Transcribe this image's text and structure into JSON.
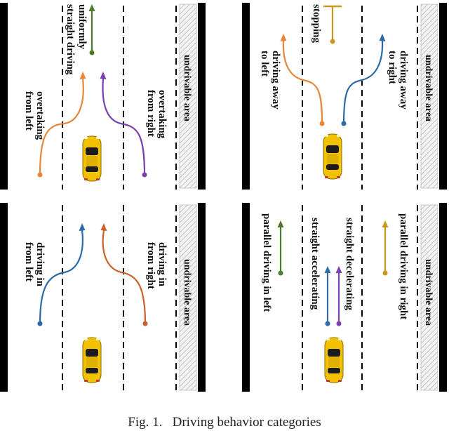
{
  "caption": "Fig. 1.   Driving behavior categories",
  "area_label": "undrivable area",
  "colors": {
    "orange": "#E8873A",
    "purple": "#7B3FB0",
    "green": "#4A7A2C",
    "blue": "#2E6AA8",
    "brown": "#C8622A",
    "gold": "#C8981E",
    "car_body": "#F2C200"
  },
  "panels": [
    {
      "id": "top-left",
      "labels": [
        {
          "key": "uniformly",
          "lines": [
            "uniformly",
            "straight driving"
          ]
        },
        {
          "key": "overtaking-left",
          "lines": [
            "overtaking",
            "from left"
          ]
        },
        {
          "key": "overtaking-right",
          "lines": [
            "overtaking",
            "from right"
          ]
        }
      ]
    },
    {
      "id": "top-right",
      "labels": [
        {
          "key": "stopping",
          "lines": [
            "stopping"
          ]
        },
        {
          "key": "away-left",
          "lines": [
            "driving away",
            "to left"
          ]
        },
        {
          "key": "away-right",
          "lines": [
            "driving away",
            "to right"
          ]
        }
      ]
    },
    {
      "id": "bottom-left",
      "labels": [
        {
          "key": "in-left",
          "lines": [
            "driving in",
            "from left"
          ]
        },
        {
          "key": "in-right",
          "lines": [
            "driving in",
            "from right"
          ]
        }
      ]
    },
    {
      "id": "bottom-right",
      "labels": [
        {
          "key": "parallel-left",
          "lines": [
            "parallel driving in left"
          ]
        },
        {
          "key": "decel",
          "lines": [
            "straight decelerating"
          ]
        },
        {
          "key": "accel",
          "lines": [
            "straight accelerating"
          ]
        },
        {
          "key": "parallel-right",
          "lines": [
            "parallel driving in right"
          ]
        }
      ]
    }
  ]
}
